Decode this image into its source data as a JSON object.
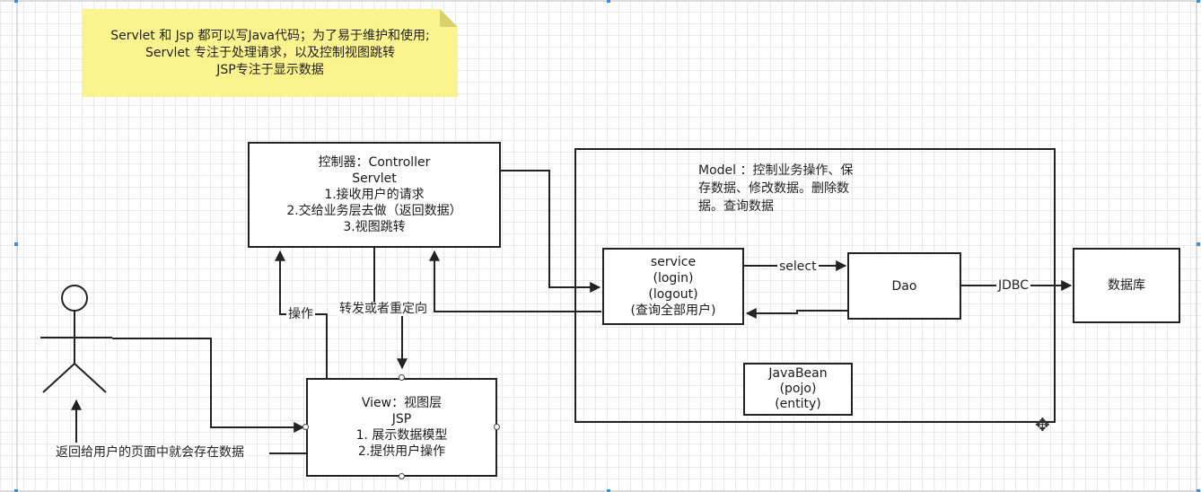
{
  "note": {
    "lines": [
      "Servlet 和 Jsp  都可以写Java代码；为了易于维护和使用;",
      "Servlet 专注于处理请求，以及控制视图跳转",
      "JSP专注于显示数据"
    ]
  },
  "controller": {
    "lines": [
      "控制器：Controller",
      "Servlet",
      "1.接收用户的请求",
      "2.交给业务层去做（返回数据）",
      "3.视图跳转"
    ]
  },
  "view": {
    "lines": [
      "View：视图层",
      "JSP",
      "1. 展示数据模型",
      "2.提供用户操作"
    ]
  },
  "model": {
    "title_lines": [
      "Model ：控制业务操作、保",
      "存数据、修改数据。删除数",
      "据。查询数据"
    ]
  },
  "service": {
    "lines": [
      "service",
      "(login)",
      "(logout)",
      "(查询全部用户)"
    ]
  },
  "dao": {
    "label": "Dao"
  },
  "database": {
    "label": "数据库"
  },
  "javabean": {
    "lines": [
      "JavaBean",
      "(pojo)",
      "(entity)"
    ]
  },
  "edge_labels": {
    "select": "select",
    "jdbc": "JDBC",
    "operate": "操作",
    "forward_redirect": "转发或者重定向",
    "return_page": "返回给用户的页面中就会存在数据"
  },
  "icons": {
    "actor": "stick-figure-actor-icon",
    "move": "move-cursor-icon"
  },
  "colors": {
    "note_fill": "#fbf38d",
    "stroke": "#222222",
    "grid": "#e9e9e9",
    "selection": "#3b8dd8"
  }
}
